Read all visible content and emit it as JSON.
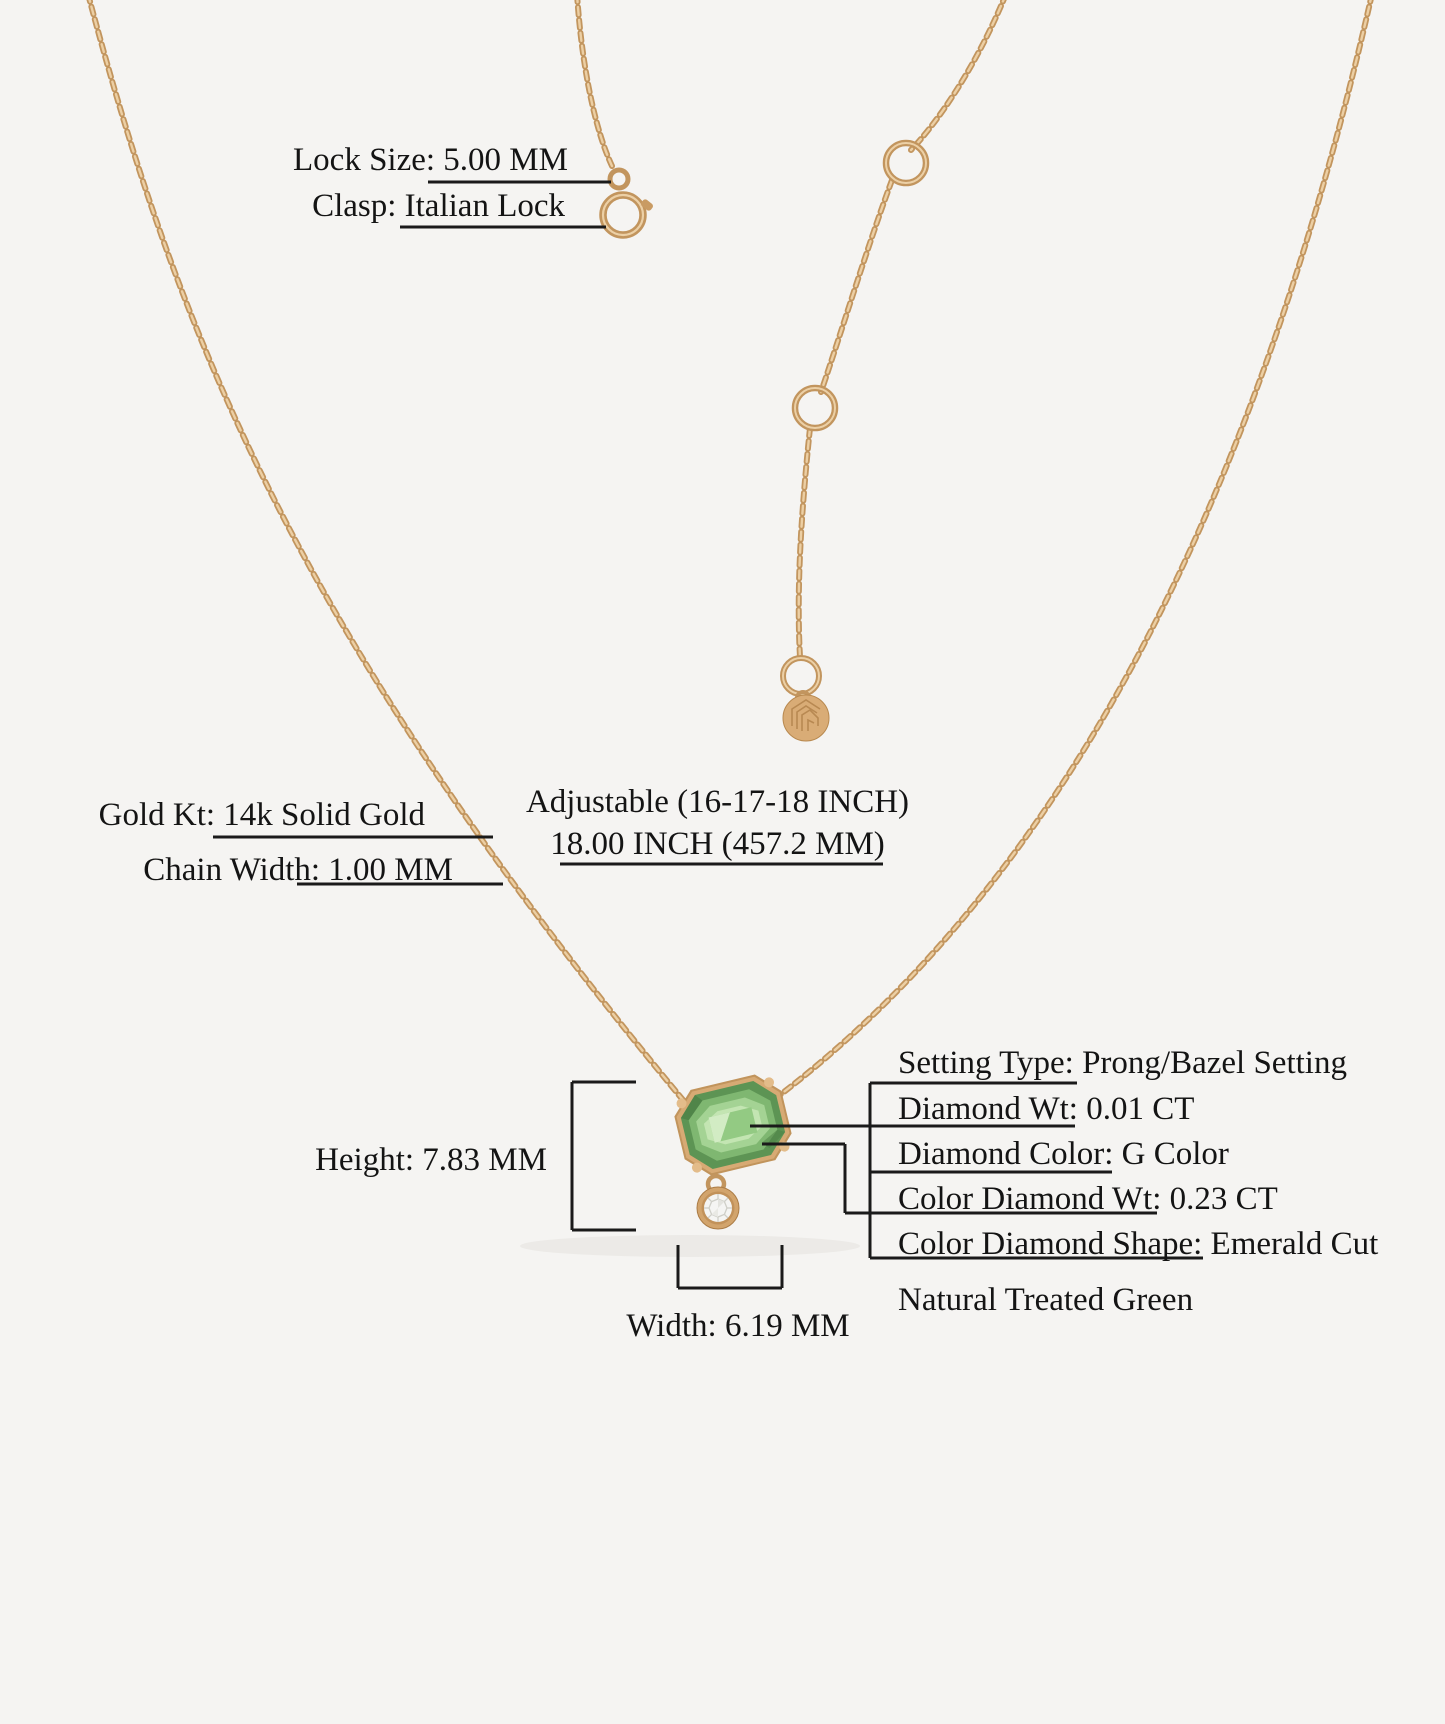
{
  "product": {
    "type": "necklace-spec-infographic",
    "annotations": {
      "lock_size": "Lock Size: 5.00 MM",
      "clasp": "Clasp: Italian Lock",
      "gold_kt": "Gold Kt: 14k Solid Gold",
      "chain_width": "Chain Width: 1.00 MM",
      "adjustable_line1": "Adjustable (16-17-18 INCH)",
      "adjustable_line2": "18.00 INCH (457.2 MM)",
      "height": "Height: 7.83 MM",
      "width": "Width: 6.19 MM",
      "setting_type": "Setting Type: Prong/Bazel Setting",
      "diamond_wt": "Diamond Wt: 0.01 CT",
      "diamond_color": "Diamond Color: G Color",
      "color_diamond_wt": "Color Diamond Wt: 0.23 CT",
      "color_diamond_shape": "Color Diamond Shape: Emerald Cut",
      "treatment": "Natural Treated Green"
    },
    "colors": {
      "background": "#f5f4f2",
      "gold": "#cb9d66",
      "gold_light": "#e9cfa3",
      "gold_dark": "#b08048",
      "stone_green_dark": "#5d9454",
      "stone_green_mid": "#7fb771",
      "stone_green_light": "#c3e5b2",
      "diamond_white": "#f5f5f3",
      "callout_line": "#1a1a1a",
      "text": "#141414"
    }
  }
}
